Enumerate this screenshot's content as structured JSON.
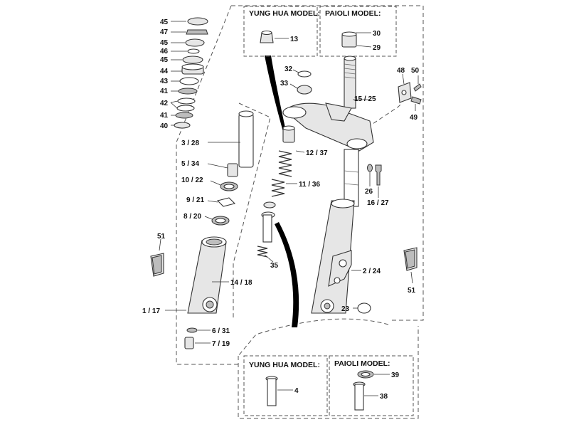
{
  "diagram": {
    "model_boxes": {
      "top_left": "YUNG HUA MODEL:",
      "top_right": "PAIOLI MODEL:",
      "bottom_left": "YUNG HUA MODEL:",
      "bottom_right": "PAIOLI MODEL:"
    },
    "callouts": {
      "c45a": "45",
      "c47": "47",
      "c45b": "45",
      "c46": "46",
      "c45c": "45",
      "c44": "44",
      "c43": "43",
      "c41a": "41",
      "c42": "42",
      "c41b": "41",
      "c40": "40",
      "c13": "13",
      "c30": "30",
      "c29": "29",
      "c32": "32",
      "c33": "33",
      "c48": "48",
      "c50": "50",
      "c49": "49",
      "c15_25": "15 / 25",
      "c3_28": "3 / 28",
      "c5_34": "5 / 34",
      "c10_22": "10 / 22",
      "c9_21": "9 / 21",
      "c8_20": "8 / 20",
      "c12_37": "12 / 37",
      "c11_36": "11 / 36",
      "c26": "26",
      "c16_27": "16 / 27",
      "c51a": "51",
      "c51b": "51",
      "c35": "35",
      "c2_24": "2 / 24",
      "c14_18": "14 / 18",
      "c1_17": "1 / 17",
      "c23": "23",
      "c6_31": "6 / 31",
      "c7_19": "7 / 19",
      "c4": "4",
      "c39": "39",
      "c38": "38"
    }
  }
}
